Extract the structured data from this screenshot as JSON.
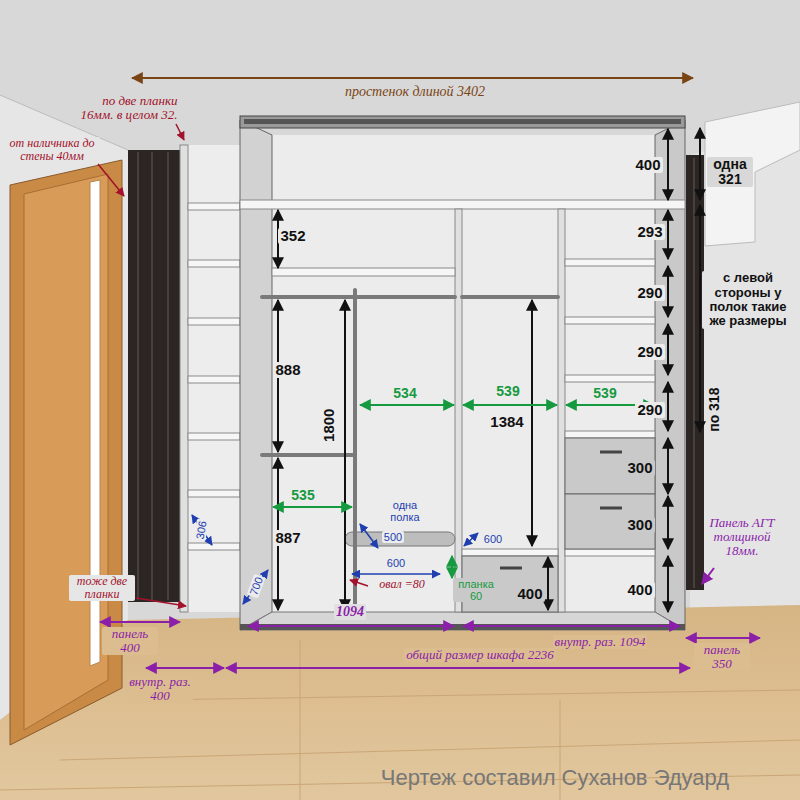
{
  "diagram": {
    "caption": "Чертеж составил Суханов Эдуард",
    "labels": [
      "простенок длиной 3402",
      "по две планки 16мм. в целом 32.",
      "от наличника до стены 40мм",
      "400",
      "одна 321",
      "352",
      "293",
      "с левой стороны у полок такие же размеры",
      "290",
      "888",
      "1800",
      "290",
      "534",
      "539",
      "539",
      "1384",
      "290",
      "по 318",
      "300",
      "535",
      "одна полка",
      "887",
      "300",
      "500",
      "600",
      "Панель АГТ толщиной 18мм.",
      "306",
      "600",
      "овал =80",
      "планка 60",
      "400",
      "400",
      "700",
      "тоже две планки",
      "1094",
      "внутр. раз. 1094",
      "панель 400",
      "общий размер шкафа 2236",
      "панель 350",
      "внутр. раз. 400"
    ]
  }
}
